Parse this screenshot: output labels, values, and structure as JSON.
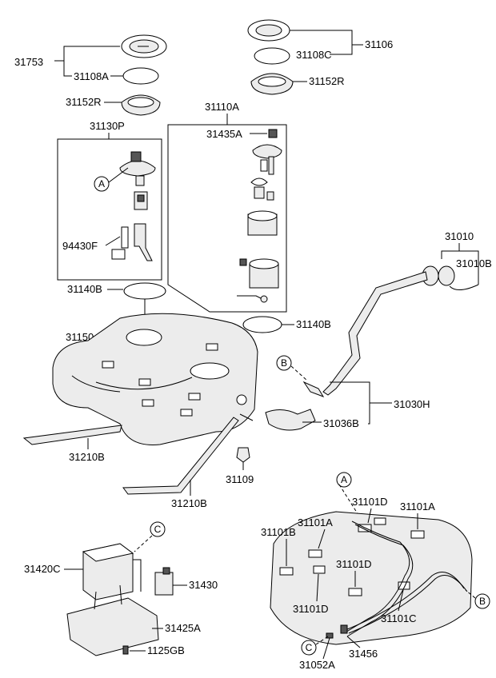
{
  "labels": {
    "p31753": "31753",
    "p31108A": "31108A",
    "p31152R_left": "31152R",
    "p31106": "31106",
    "p31108C": "31108C",
    "p31152R_right": "31152R",
    "p31130P": "31130P",
    "p31110A": "31110A",
    "p31435A": "31435A",
    "p94430F": "94430F",
    "p31140B_left": "31140B",
    "p31140B_right": "31140B",
    "p31150": "31150",
    "p31010": "31010",
    "p31010B": "31010B",
    "p31030H": "31030H",
    "p31036B": "31036B",
    "p31210B_left": "31210B",
    "p31210B_right": "31210B",
    "p31109": "31109",
    "p31420C": "31420C",
    "p31430": "31430",
    "p31425A": "31425A",
    "p1125GB": "1125GB",
    "p31101D_top": "31101D",
    "p31101A_right": "31101A",
    "p31101B": "31101B",
    "p31101A_mid": "31101A",
    "p31101D_mid": "31101D",
    "p31101D_bottom": "31101D",
    "p31101C": "31101C",
    "p31456": "31456",
    "p31052A": "31052A"
  },
  "callouts": {
    "a_pump": "A",
    "a_lines": "A",
    "b_filler": "B",
    "b_lines": "B",
    "c_canister": "C",
    "c_lines": "C"
  }
}
